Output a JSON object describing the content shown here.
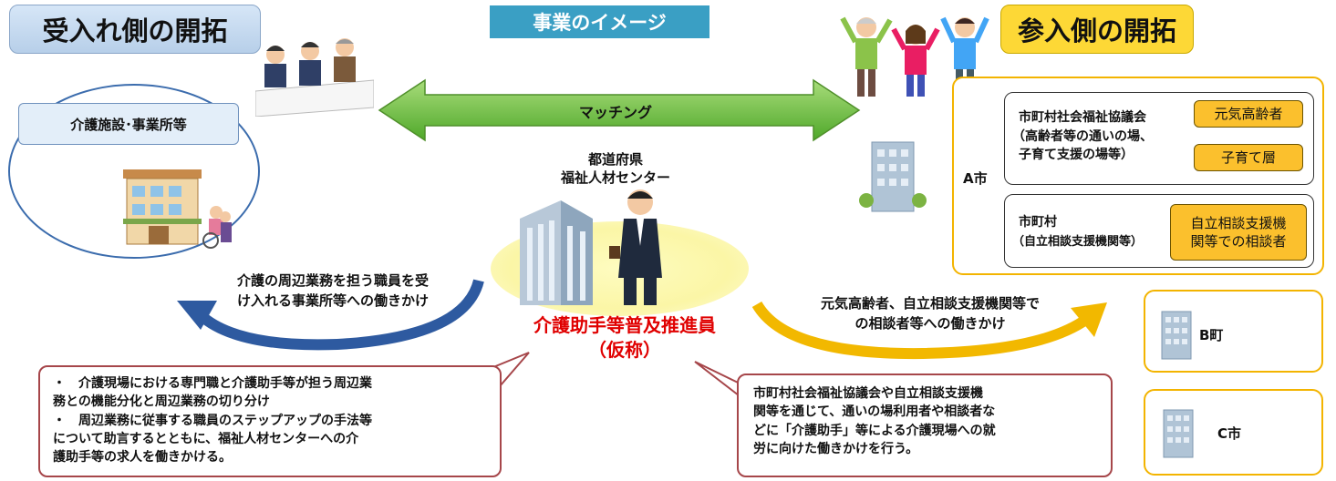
{
  "left_tab": "受入れ側の開拓",
  "center_tab": "事業のイメージ",
  "right_tab": "参入側の開拓",
  "matching_label": "マッチング",
  "center_org": [
    "都道府県",
    "福祉人材センター"
  ],
  "facility_label": "介護施設･事業所等",
  "center_role": [
    "介護助手等普及推進員",
    "（仮称）"
  ],
  "left_action": [
    "介護の周辺業務を担う職員を受",
    "け入れる事業所等への働きかけ"
  ],
  "right_action": [
    "元気高齢者、自立相談支援機関等で",
    "の相談者等への働きかけ"
  ],
  "left_callout": [
    "・　介護現場における専門職と介護助手等が担う周辺業",
    "務との機能分化と周辺業務の切り分け",
    "・　周辺業務に従事する職員のステップアップの手法等",
    "について助言するとともに、福祉人材センターへの介",
    "護助手等の求人を働きかける。"
  ],
  "right_callout": [
    "市町村社会福祉協議会や自立相談支援機",
    "関等を通じて、通いの場利用者や相談者な",
    "どに「介護助手」等による介護現場への就",
    "労に向けた働きかけを行う。"
  ],
  "city_a": "A市",
  "a_box1": {
    "title": "市町村社会福祉協議会",
    "sub1": "（高齢者等の通いの場、",
    "sub2": "子育て支援の場等）",
    "tag1": "元気高齢者",
    "tag2": "子育て層"
  },
  "a_box2": {
    "title": "市町村",
    "sub": "（自立相談支援機関等）",
    "tag_line1": "自立相談支援機",
    "tag_line2": "関等での相談者"
  },
  "city_b": "B町",
  "city_c": "C市",
  "colors": {
    "red_title": "#e00000",
    "blue_arrow": "#2e5aa0",
    "yellow_arrow": "#f2b800",
    "green_arrow": "#5cb82e"
  }
}
